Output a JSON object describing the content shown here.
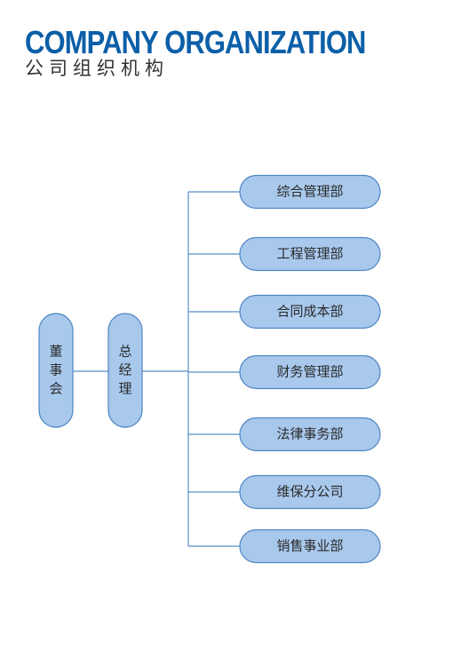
{
  "header": {
    "title": "COMPANY ORGANIZATION",
    "subtitle": "公司组织机构"
  },
  "colors": {
    "title": "#0b5fa8",
    "node_fill": "#a8c8ec",
    "node_stroke": "#4f86c2",
    "connector": "#5b8ec8"
  },
  "org": {
    "board": "董事会",
    "general_manager": "总经理",
    "departments": [
      "综合管理部",
      "工程管理部",
      "合同成本部",
      "财务管理部",
      "法律事务部",
      "维保分公司",
      "销售事业部"
    ]
  }
}
